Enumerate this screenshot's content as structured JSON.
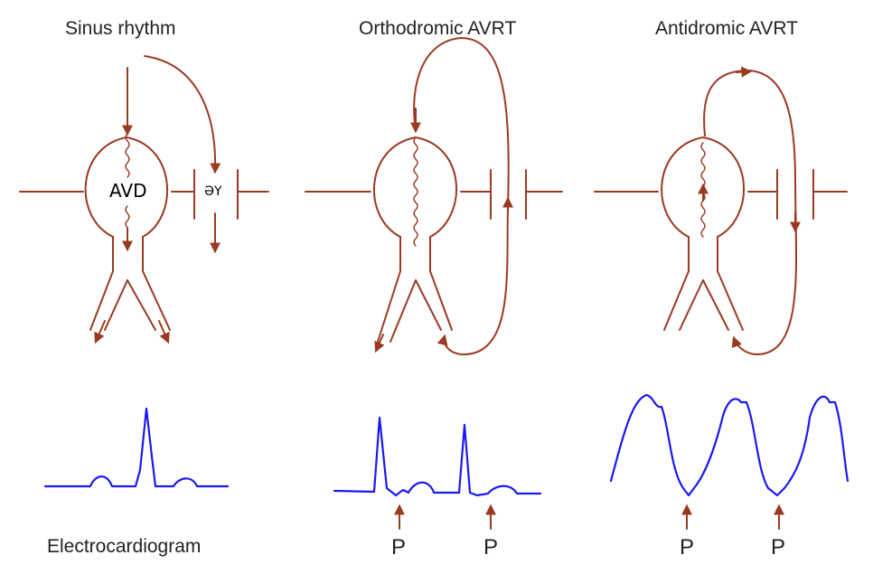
{
  "titles": {
    "sinus": "Sinus rhythm",
    "orthodromic": "Orthodromic AVRT",
    "antidromic": "Antidromic AVRT"
  },
  "labels": {
    "avd": "AVD",
    "pathway": "ƏY",
    "ecg": "Electrocardiogram",
    "p_wave": "P"
  },
  "colors": {
    "conduction": "#9B3A22",
    "ecg_trace": "#1A1AF0"
  }
}
